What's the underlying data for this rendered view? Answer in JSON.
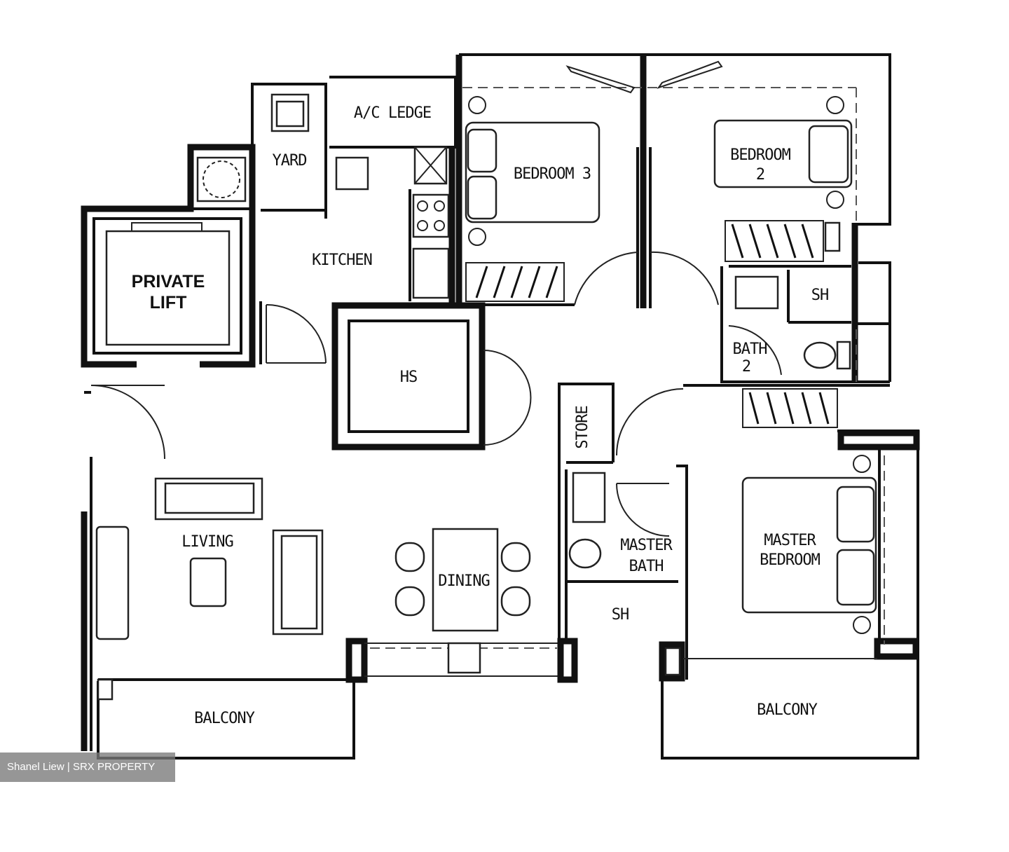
{
  "rooms": {
    "ac_ledge": "A/C LEDGE",
    "yard": "YARD",
    "kitchen": "KITCHEN",
    "private_lift": [
      "PRIVATE",
      "LIFT"
    ],
    "bedroom3": "BEDROOM 3",
    "bedroom2": [
      "BEDROOM",
      "2"
    ],
    "sh_bath2": "SH",
    "bath2": [
      "BATH",
      "2"
    ],
    "hs": "HS",
    "store": "STORE",
    "living": "LIVING",
    "dining": "DINING",
    "master_bath": [
      "MASTER",
      "BATH"
    ],
    "sh_master": "SH",
    "master_bedroom": [
      "MASTER",
      "BEDROOM"
    ],
    "balcony_left": "BALCONY",
    "balcony_right": "BALCONY"
  },
  "watermark": "Shanel Liew | SRX PROPERTY"
}
